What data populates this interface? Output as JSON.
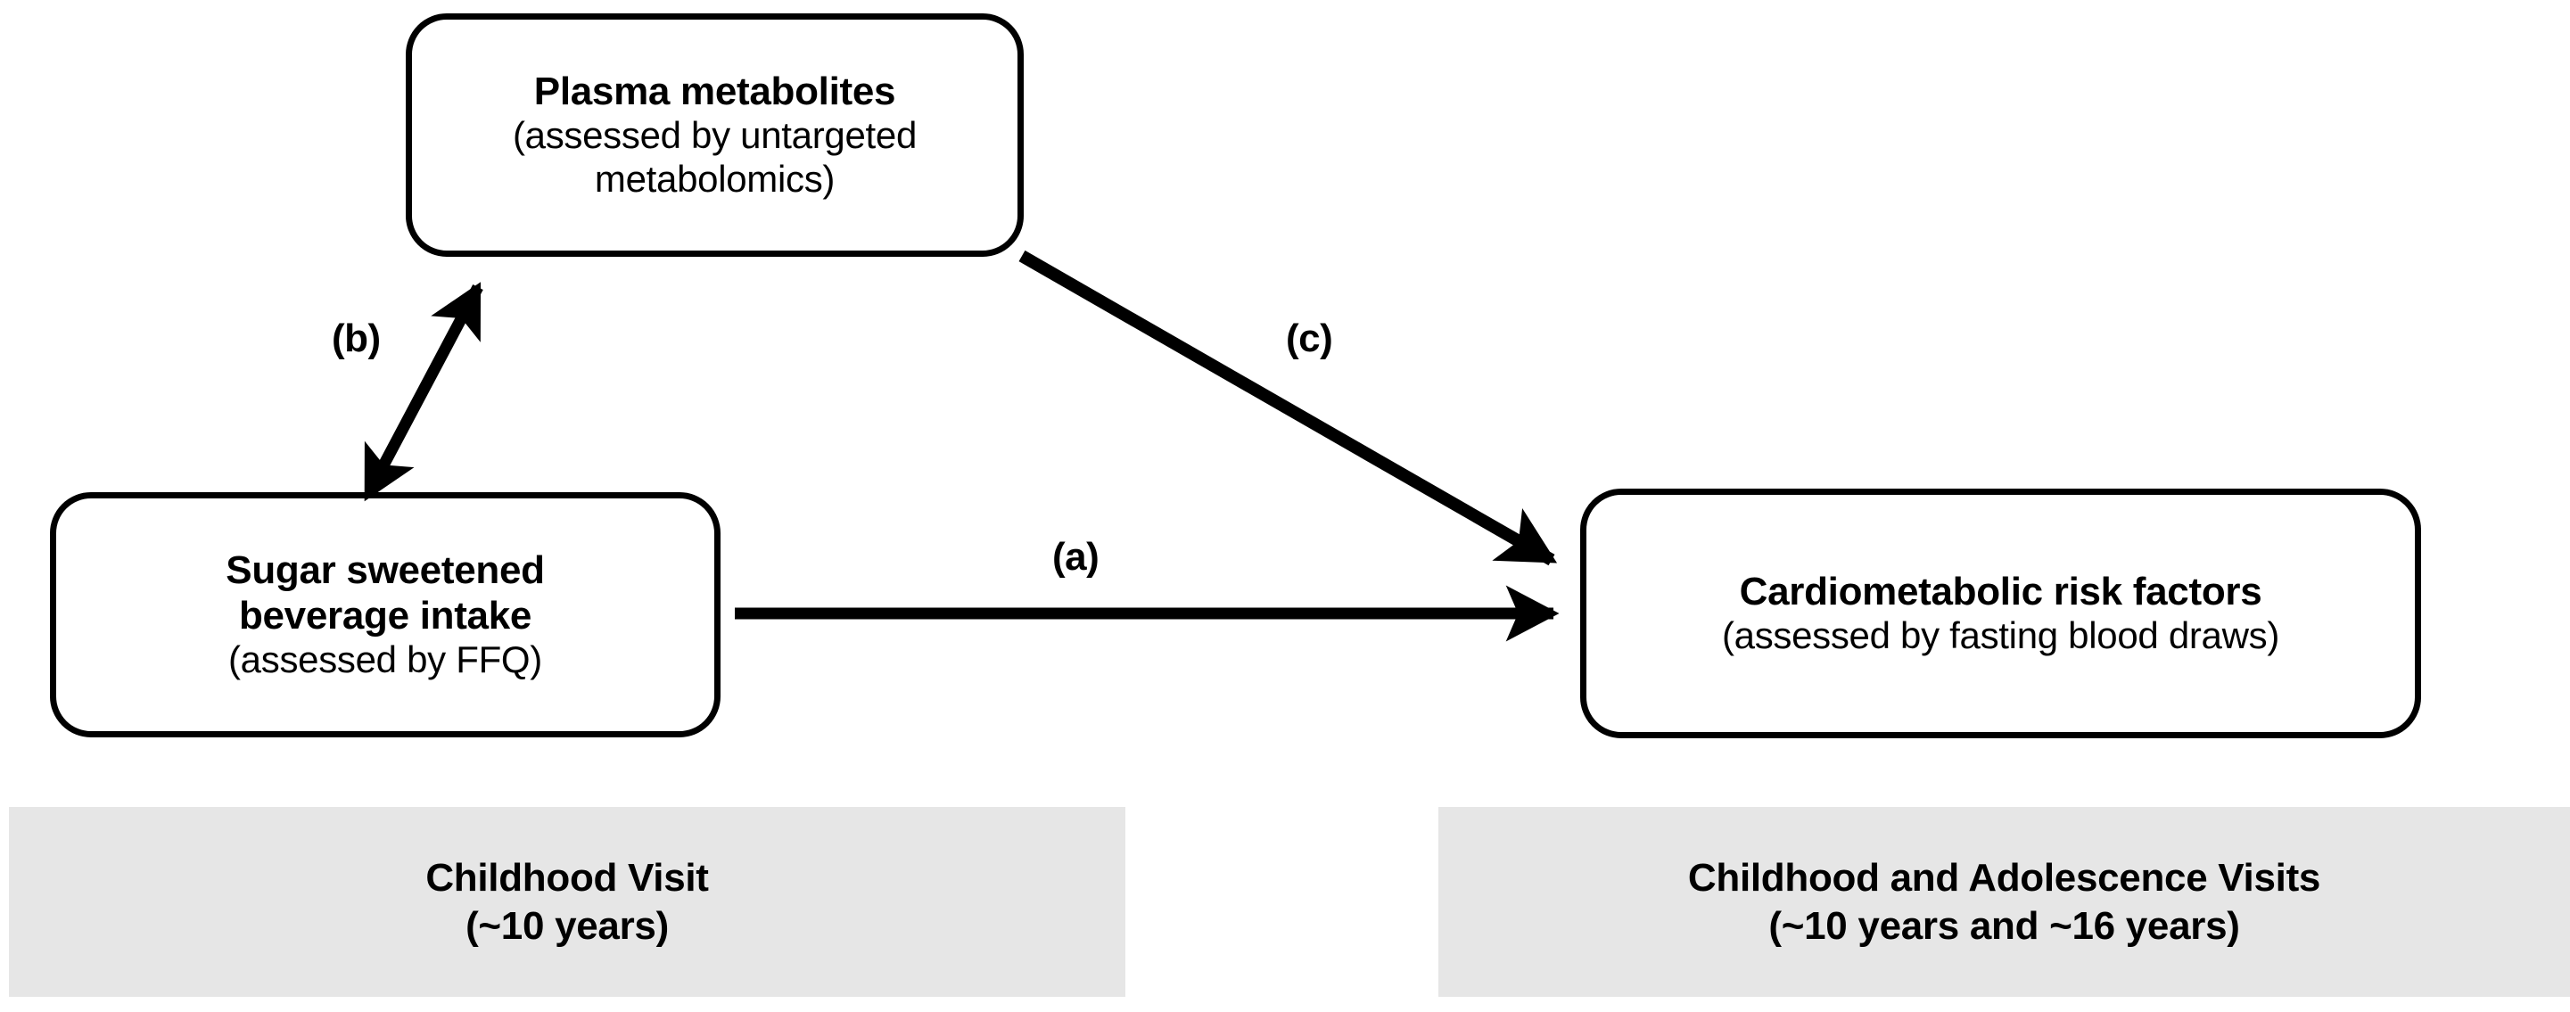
{
  "figure": {
    "type": "mediation-path-diagram",
    "background_color": "#ffffff",
    "line_color": "#000000",
    "timeline_band_color": "#e6e6e6"
  },
  "nodes": {
    "plasma_metabolites": {
      "title": "Plasma metabolites",
      "subtitle_line1": "(assessed by untargeted",
      "subtitle_line2": "metabolomics)"
    },
    "ssb_intake": {
      "title_line1": "Sugar sweetened",
      "title_line2": "beverage intake",
      "subtitle": "(assessed by FFQ)"
    },
    "cardiometabolic": {
      "title": "Cardiometabolic risk factors",
      "subtitle": "(assessed by fasting blood draws)"
    }
  },
  "paths": [
    {
      "id": "a",
      "label": "(a)",
      "from": "ssb_intake",
      "to": "cardiometabolic",
      "style": "single-headed",
      "orientation": "horizontal"
    },
    {
      "id": "b",
      "label": "(b)",
      "from": "ssb_intake",
      "to": "plasma_metabolites",
      "style": "double-headed",
      "orientation": "diagonal-up-right"
    },
    {
      "id": "c",
      "label": "(c)",
      "from": "plasma_metabolites",
      "to": "cardiometabolic",
      "style": "single-headed",
      "orientation": "diagonal-down-right"
    }
  ],
  "timeline": {
    "left": {
      "line1": "Childhood Visit",
      "line2": "(~10 years)"
    },
    "right": {
      "line1": "Childhood and Adolescence Visits",
      "line2": "(~10 years and ~16 years)"
    }
  }
}
